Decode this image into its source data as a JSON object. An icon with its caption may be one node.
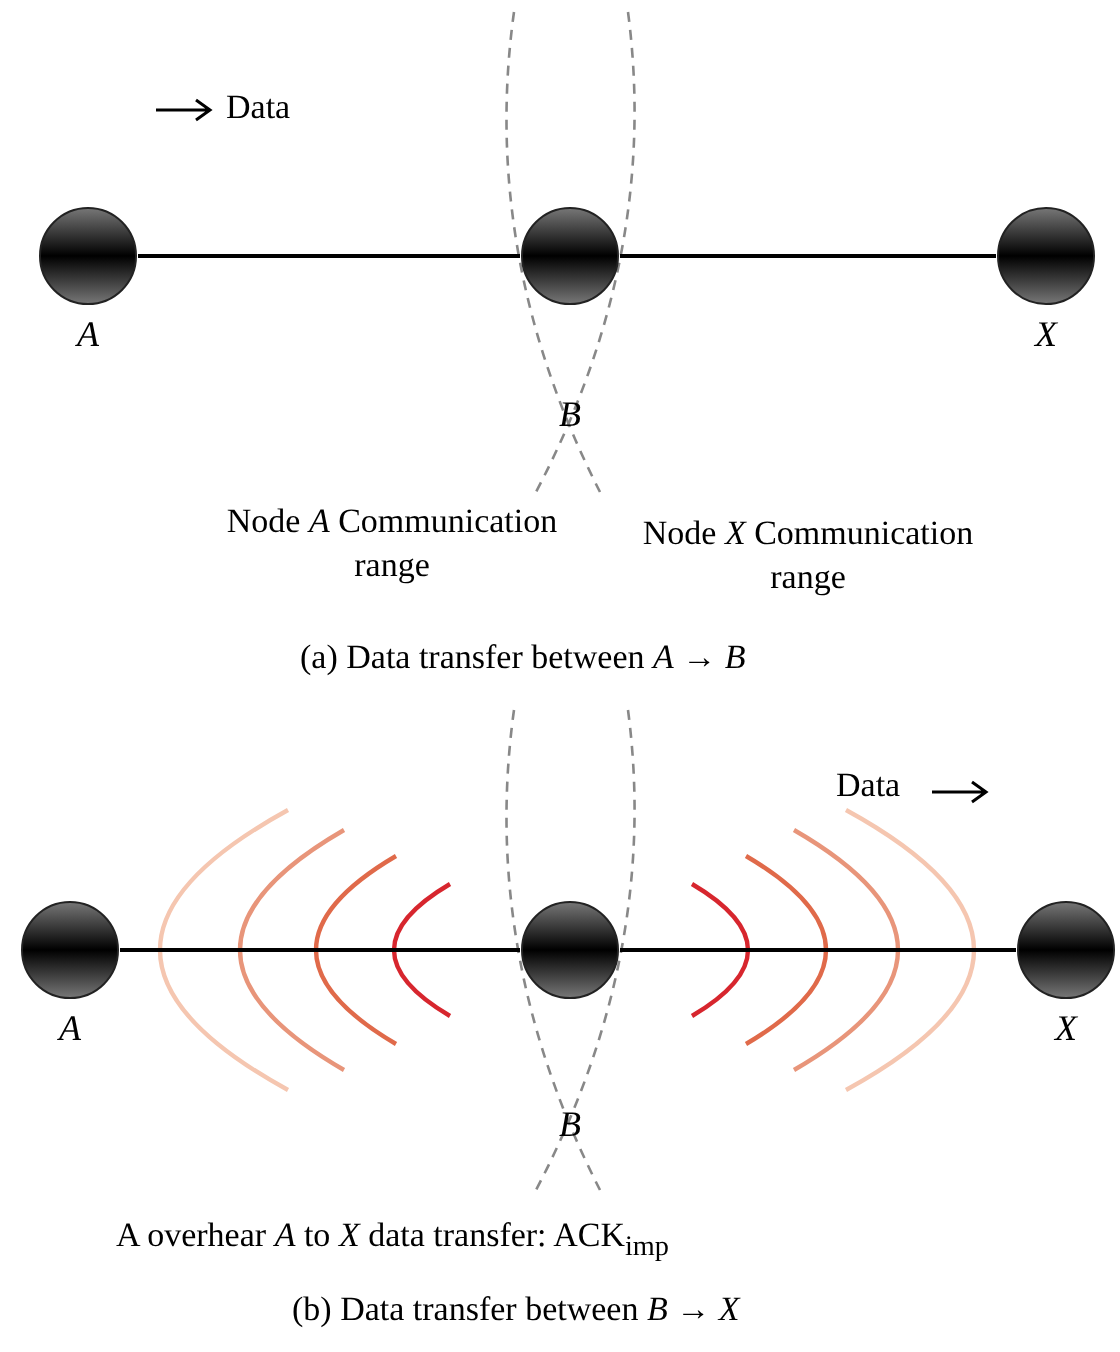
{
  "diagram": {
    "nodes": [
      {
        "text": [
          "A"
        ]
      },
      {
        "text": [
          "B"
        ]
      },
      {
        "text": [
          "X"
        ]
      },
      {
        "text": [
          "A"
        ]
      },
      {
        "text": [
          "B"
        ]
      },
      {
        "text": [
          "X"
        ]
      }
    ],
    "edges": [
      {
        "from": 0,
        "to": 1,
        "arrow": "none"
      },
      {
        "from": 1,
        "to": 2,
        "arrow": "none"
      },
      {
        "from": 3,
        "to": 4,
        "arrow": "none"
      },
      {
        "from": 4,
        "to": 5,
        "arrow": "none"
      }
    ],
    "labels": [
      "Data",
      "Node *A* Communication range",
      "Node *X* Communication range",
      "(a)  Data transfer between *A* → *B*",
      "Data",
      "A overhear *A* to *X* data transfer: ACK$_{imp}$",
      "(b)  Data transfer between *B* → *X*"
    ]
  }
}
